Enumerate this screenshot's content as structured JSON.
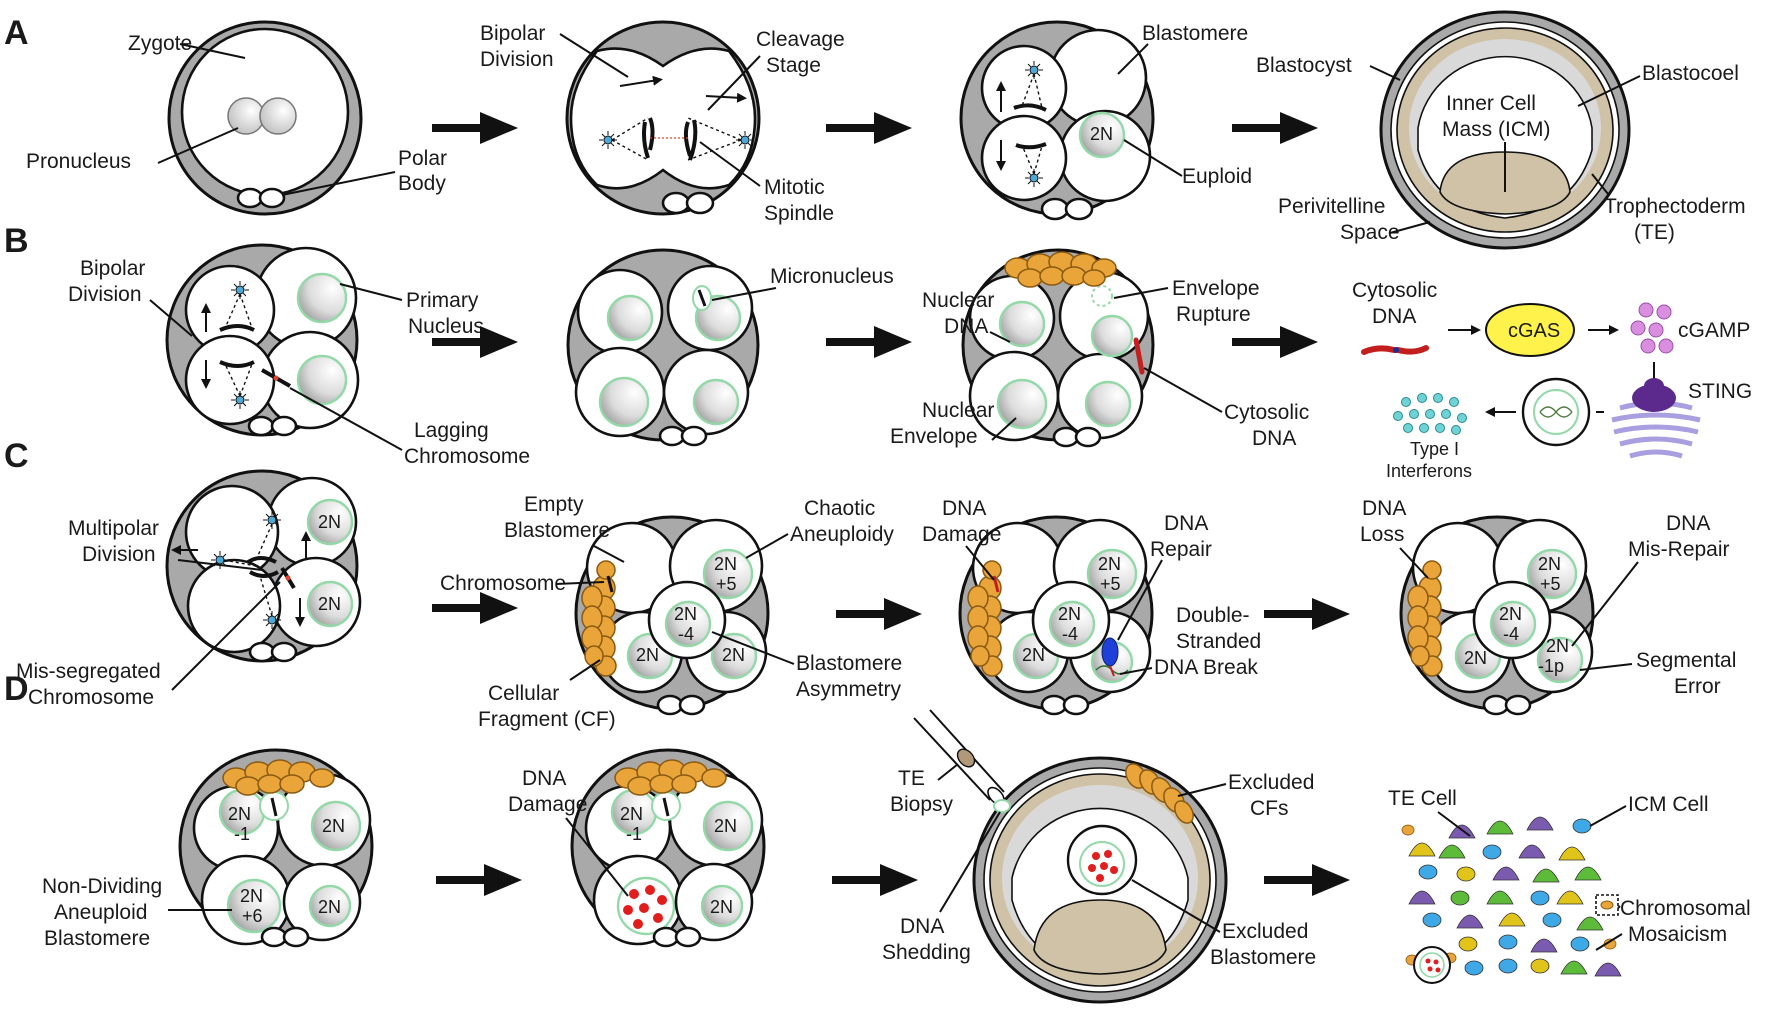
{
  "panels": {
    "a": "A",
    "b": "B",
    "c": "C",
    "d": "D"
  },
  "row_a": {
    "zygote": "Zygote",
    "pronucleus": "Pronucleus",
    "polar_body": [
      "Polar",
      "Body"
    ],
    "bipolar_division": [
      "Bipolar",
      "Division"
    ],
    "cleavage_stage": [
      "Cleavage",
      "Stage"
    ],
    "mitotic_spindle": [
      "Mitotic",
      "Spindle"
    ],
    "blastomere": "Blastomere",
    "euploid": "Euploid",
    "ploidy_2n": "2N",
    "blastocyst": "Blastocyst",
    "blastocoel": "Blastocoel",
    "icm": [
      "Inner Cell",
      "Mass (ICM)"
    ],
    "perivitelline_space": [
      "Perivitelline",
      "Space"
    ],
    "trophectoderm": [
      "Trophectoderm",
      "(TE)"
    ]
  },
  "row_b": {
    "bipolar_division": [
      "Bipolar",
      "Division"
    ],
    "primary_nucleus": [
      "Primary",
      "Nucleus"
    ],
    "lagging_chromosome": [
      "Lagging",
      "Chromosome"
    ],
    "micronucleus": "Micronucleus",
    "nuclear_dna": [
      "Nuclear",
      "DNA"
    ],
    "nuclear_envelope": [
      "Nuclear",
      "Envelope"
    ],
    "envelope_rupture": [
      "Envelope",
      "Rupture"
    ],
    "cytosolic_dna_cell": [
      "Cytosolic",
      "DNA"
    ],
    "cytosolic_dna": [
      "Cytosolic",
      "DNA"
    ],
    "cgas": "cGAS",
    "cgamp": "cGAMP",
    "sting": "STING",
    "type1_interferons": [
      "Type I",
      "Interferons"
    ]
  },
  "row_c": {
    "multipolar_division": [
      "Multipolar",
      "Division"
    ],
    "mis_segregated": [
      "Mis-segregated",
      "Chromosome"
    ],
    "empty_blastomere": [
      "Empty",
      "Blastomere"
    ],
    "chaotic_aneuploidy": [
      "Chaotic",
      "Aneuploidy"
    ],
    "chromosome": "Chromosome",
    "cellular_fragment": [
      "Cellular",
      "Fragment (CF)"
    ],
    "blastomere_asymmetry": [
      "Blastomere",
      "Asymmetry"
    ],
    "dna_damage": [
      "DNA",
      "Damage"
    ],
    "dna_repair": [
      "DNA",
      "Repair"
    ],
    "double_stranded_break": [
      "Double-",
      "Stranded",
      "DNA Break"
    ],
    "dna_loss": [
      "DNA",
      "Loss"
    ],
    "dna_mis_repair": [
      "DNA",
      "Mis-Repair"
    ],
    "segmental_error": [
      "Segmental",
      "Error"
    ],
    "n2": "2N",
    "plus5": "+5",
    "minus4": "-4",
    "minus1p": "-1p"
  },
  "row_d": {
    "non_dividing": [
      "Non-Dividing",
      "Aneuploid",
      "Blastomere"
    ],
    "dna_damage": [
      "DNA",
      "Damage"
    ],
    "te_biopsy": [
      "TE",
      "Biopsy"
    ],
    "dna_shedding": [
      "DNA",
      "Shedding"
    ],
    "excluded_cfs": [
      "Excluded",
      "CFs"
    ],
    "excluded_blastomere": [
      "Excluded",
      "Blastomere"
    ],
    "te_cell": "TE Cell",
    "icm_cell": "ICM Cell",
    "chromosomal_mosaicism": [
      "Chromosomal",
      "Mosaicism"
    ],
    "n2": "2N",
    "minus1": "-1",
    "plus6": "+6"
  },
  "colors": {
    "zona": "#a9a9a9",
    "fragment": "#e9a43a",
    "nucleus_ring": "#93d9a8",
    "icm": "#cfc2a6",
    "cgas": "#fff24a",
    "cgamp": "#d98ee0",
    "interferon": "#6fd3d6",
    "sting": "#5b2a8c",
    "golgi": "#a99ee0",
    "dna_damage": "#e11d1d",
    "repair": "#1f3fd9",
    "te_yellow": "#e0c41a",
    "te_green": "#5dbb3a",
    "te_purple": "#7b5bb0",
    "icm_blue": "#3fa8e6"
  }
}
